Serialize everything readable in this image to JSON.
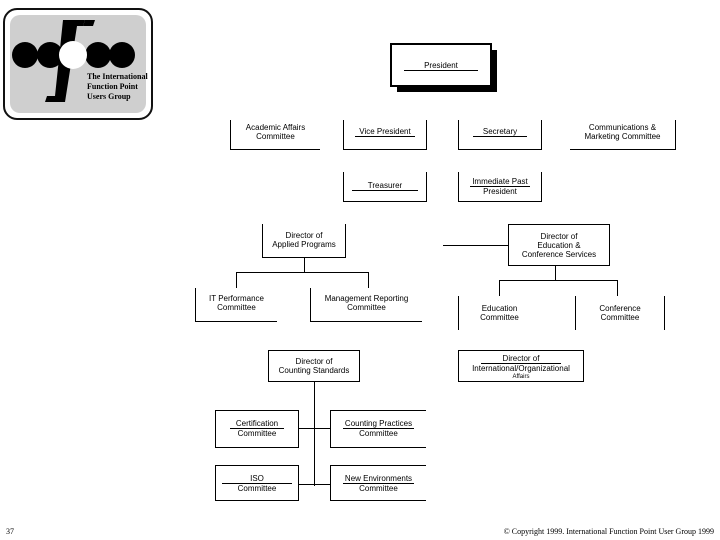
{
  "logo": {
    "line1": "The International",
    "line2": "Function Point",
    "line3": "Users Group"
  },
  "boxes": {
    "president": "President",
    "academic_affairs_1": "Academic Affairs",
    "academic_affairs_2": "Committee",
    "vice_president": "Vice President",
    "secretary": "Secretary",
    "communications_1": "Communications &",
    "communications_2": "Marketing Committee",
    "treasurer": "Treasurer",
    "immediate_past_1": "Immediate Past",
    "immediate_past_2": "President",
    "applied_programs_1": "Director of",
    "applied_programs_2": "Applied Programs",
    "education_conference_1": "Director of",
    "education_conference_2": "Education &",
    "education_conference_3": "Conference Services",
    "it_performance_1": "IT Performance",
    "it_performance_2": "Committee",
    "management_reporting_1": "Management Reporting",
    "management_reporting_2": "Committee",
    "education_committee_1": "Education",
    "education_committee_2": "Committee",
    "conference_committee_1": "Conference",
    "conference_committee_2": "Committee",
    "counting_standards_1": "Director of",
    "counting_standards_2": "Counting Standards",
    "international_1": "Director of",
    "international_2": "International/Organizational",
    "international_3": "Affairs",
    "certification_1": "Certification",
    "certification_2": "Committee",
    "counting_practices_1": "Counting Practices",
    "counting_practices_2": "Committee",
    "iso_1": "ISO",
    "iso_2": "Committee",
    "new_environments_1": "New Environments",
    "new_environments_2": "Committee"
  },
  "footer": {
    "page_number": "37",
    "copyright": "© Copyright 1999. International Function Point User Group 1999"
  }
}
